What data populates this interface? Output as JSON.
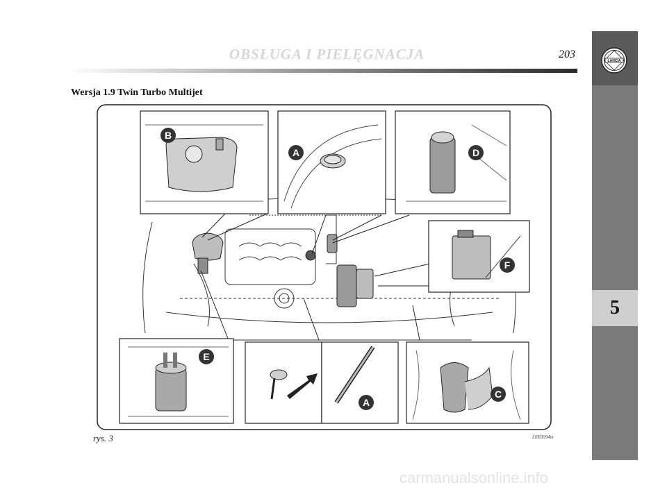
{
  "header": {
    "title": "OBSŁUGA I PIELĘGNACJA",
    "page_number": "203"
  },
  "logo": {
    "text": "LANCIA"
  },
  "sidebar": {
    "chapter": "5"
  },
  "section": {
    "heading": "Wersja 1.9  Twin Turbo Multijet"
  },
  "figure": {
    "caption": "rys. 3",
    "code": "L0E0094m",
    "callouts": {
      "a_top": "A",
      "b": "B",
      "d": "D",
      "f": "F",
      "e": "E",
      "a_bottom": "A",
      "c": "C"
    }
  },
  "watermark": {
    "text": "carmanualsonline.info"
  }
}
